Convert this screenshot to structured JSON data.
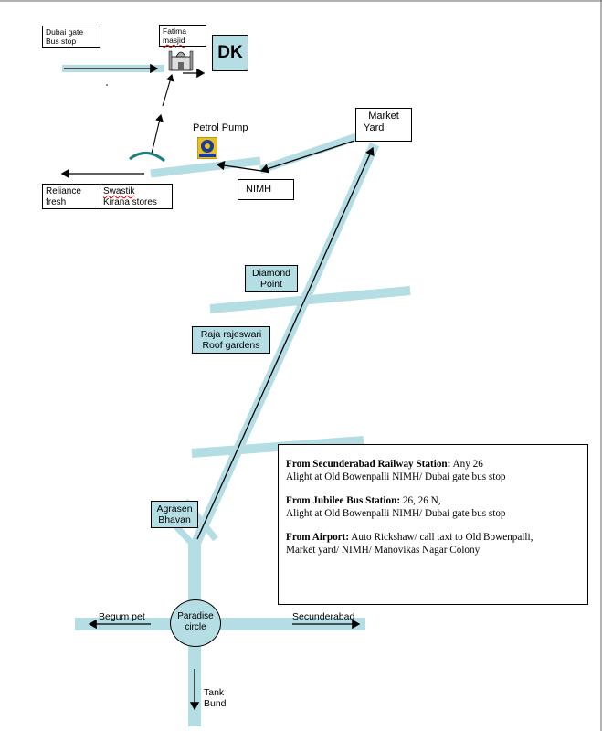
{
  "colors": {
    "road": "#b4dde4",
    "arrow": "#000000",
    "border": "#000000",
    "bridge": "#1a8080"
  },
  "labels": {
    "dubai_gate_1": "Dubai gate",
    "dubai_gate_2": "Bus stop",
    "fatima_1": "Fatima",
    "fatima_2": "masjid",
    "dk": "DK",
    "petrol_pump": "Petrol Pump",
    "market_yard_1": "Market",
    "market_yard_2": "Yard",
    "nimh": "NIMH",
    "reliance_1": "Reliance",
    "reliance_2": "fresh",
    "swastik_1": "Swastik",
    "swastik_2": "Kirana stores",
    "diamond_1": "Diamond",
    "diamond_2": "Point",
    "raja_1": "Raja rajeswari",
    "raja_2": "Roof gardens",
    "agrasen_1": "Agrasen",
    "agrasen_2": "Bhavan",
    "paradise_1": "Paradise",
    "paradise_2": "circle",
    "begum_pet": "Begum pet",
    "secunderabad": "Secunderabad",
    "tank_1": "Tank",
    "tank_2": "Bund"
  },
  "directions": {
    "railway_heading": "From Secunderabad Railway Station:",
    "railway_route": "Any 26",
    "railway_detail": "Alight at Old Bowenpalli NIMH/ Dubai gate bus stop",
    "jbs_heading": "From Jubilee Bus Station:",
    "jbs_route": "26, 26 N,",
    "jbs_detail": "Alight at Old Bowenpalli NIMH/ Dubai gate bus stop",
    "airport_heading": "From Airport:",
    "airport_route": "Auto Rickshaw/ call taxi to Old Bowenpalli,",
    "airport_detail": "Market yard/ NIMH/ Manovikas Nagar Colony"
  },
  "icons": {
    "mosque": "mosque-icon",
    "petrol": "fuel-station-icon",
    "bridge": "flyover-icon"
  }
}
